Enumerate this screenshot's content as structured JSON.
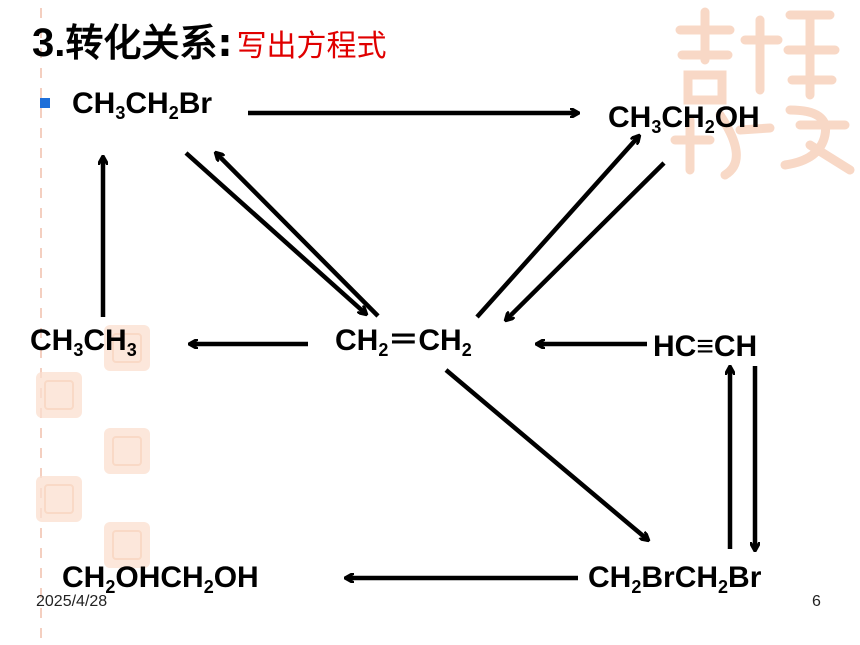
{
  "title": {
    "number": "3.",
    "main": "转化关系:",
    "subtitle": "写出方程式"
  },
  "compounds": {
    "bromoethane": {
      "p1": "CH",
      "s1": "3",
      "p2": "CH",
      "s2": "2",
      "p3": "Br"
    },
    "ethanol": {
      "p1": "CH",
      "s1": "3",
      "p2": "CH",
      "s2": "2",
      "p3": "OH"
    },
    "ethane": {
      "p1": "CH",
      "s1": "3",
      "p2": "CH",
      "s2": "3"
    },
    "ethene": {
      "p1": "CH",
      "s1": "2",
      "p2": "＝CH",
      "s2": "2"
    },
    "acetylene": {
      "text": "HC≡CH"
    },
    "dibromoethane": {
      "p1": "CH",
      "s1": "2",
      "p2": "BrCH",
      "s2": "2",
      "p3": "Br"
    },
    "ethylene_glycol": {
      "p1": "CH",
      "s1": "2",
      "p2": "OHCH",
      "s2": "2",
      "p3": "OH"
    }
  },
  "footer": {
    "date": "2025/4/28",
    "page": "6"
  },
  "colors": {
    "title_sub": "#e00000",
    "bullet": "#1e6fd9",
    "arrow": "#000000",
    "seal": "#fbe0d0"
  }
}
